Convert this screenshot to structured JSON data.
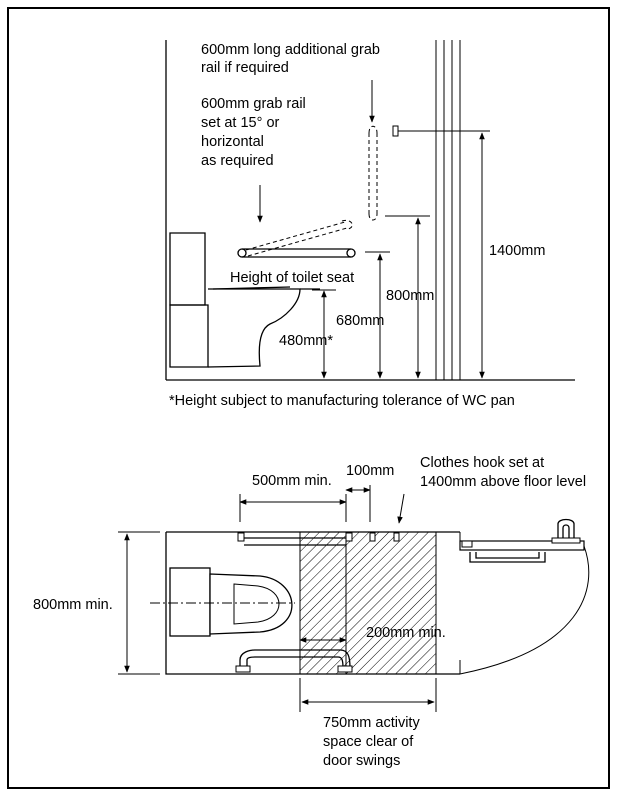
{
  "elevation": {
    "label_additional_rail": [
      "600mm long additional grab",
      "rail if required"
    ],
    "label_grab_rail": [
      "600mm grab rail",
      "set at 15° or",
      "horizontal",
      "as required"
    ],
    "label_seat_height": "Height of toilet seat",
    "dim_1400": "1400mm",
    "dim_800": "800mm",
    "dim_680": "680mm",
    "dim_480": "480mm*",
    "footnote": "*Height subject to manufacturing tolerance of WC pan"
  },
  "plan": {
    "dim_500": "500mm min.",
    "dim_100": "100mm",
    "label_clothes_hook": [
      "Clothes hook set at",
      "1400mm above floor level"
    ],
    "dim_800_width": "800mm min.",
    "dim_200": "200mm min.",
    "label_activity": [
      "750mm activity",
      "space clear of",
      "door swings"
    ]
  }
}
